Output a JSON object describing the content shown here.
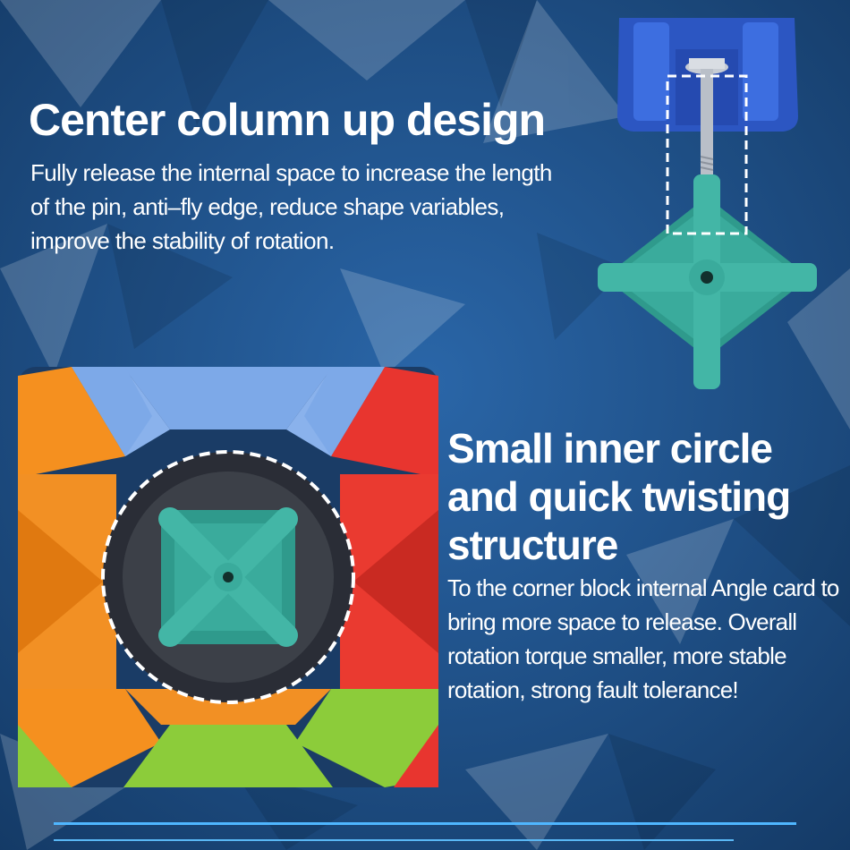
{
  "section_pin": {
    "heading": "Center column up design",
    "description": "Fully release the internal space to increase the length of the pin, anti–fly edge, reduce shape variables, improve the stability of rotation."
  },
  "section_structure": {
    "heading": "Small inner circle and quick twisting structure",
    "description": "To the corner block internal Angle card to bring more space to release. Overall rotation torque smaller, more stable rotation, strong fault tolerance!"
  },
  "colors": {
    "background": "#1e4f86",
    "heading_text": "#ffffff",
    "accent_line": "#4fb6ff",
    "core_teal": "#3aa89a",
    "cube_orange": "#f58a1e",
    "cube_blue": "#7ba7e6",
    "cube_red": "#e8352f",
    "cube_green": "#8ccc3a"
  }
}
